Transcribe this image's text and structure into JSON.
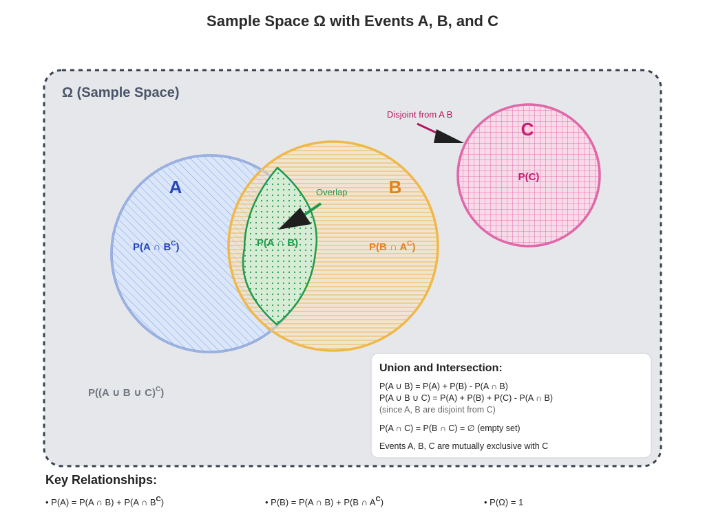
{
  "title": "Sample Space Ω with Events A, B, and C",
  "omega_label": "Ω (Sample Space)",
  "events": {
    "A": {
      "name": "A",
      "region_main": "P(A ∩ B",
      "region_sup": "C",
      "region_close": ")",
      "color": "#5b85e6"
    },
    "B": {
      "name": "B",
      "region_main": "P(B ∩ A",
      "region_sup": "C",
      "region_close": ")",
      "color": "#f0b84a"
    },
    "C": {
      "name": "C",
      "region": "P(C)",
      "color": "#e067a8"
    }
  },
  "intersection": {
    "label": "P(A ∩ B)",
    "color": "#1e9a4a"
  },
  "annotations": {
    "overlap": "Overlap",
    "disjoint": "Disjoint from A B"
  },
  "complement": {
    "main": "P((A ∪ B ∪ C)",
    "sup": "C",
    "close": ")"
  },
  "info_box": {
    "title": "Union and Intersection:",
    "line1": "P(A ∪ B) = P(A) + P(B) - P(A ∩ B)",
    "line2": "P(A ∪ B ∪ C) = P(A) + P(B) + P(C) - P(A ∩ B)",
    "line3": "(since A, B are disjoint from C)",
    "line4": "P(A ∩ C) = P(B ∩ C) = ∅ (empty set)",
    "line5": "Events A, B, C are mutually exclusive with C"
  },
  "key_relationships": {
    "title": "Key Relationships:",
    "item1_main": "• P(A) = P(A ∩ B) + P(A ∩ B",
    "item1_sup": "C",
    "item1_close": ")",
    "item2_main": "• P(B) = P(A ∩ B) + P(B ∩ A",
    "item2_sup": "C",
    "item2_close": ")",
    "item3": "• P(Ω) = 1"
  }
}
